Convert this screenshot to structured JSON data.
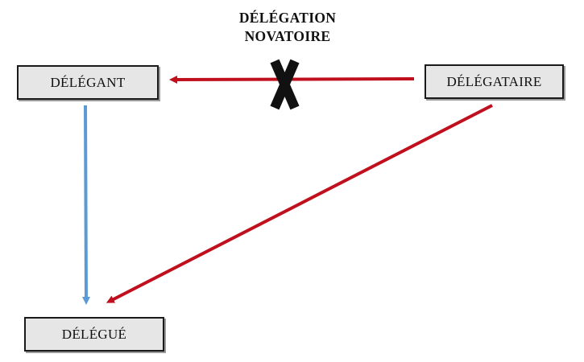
{
  "diagram": {
    "title": {
      "line1": "DÉLÉGATION",
      "line2": "NOVATOIRE"
    },
    "nodes": {
      "delegant": "DÉLÉGANT",
      "delegataire": "DÉLÉGATAIRE",
      "delegue": "DÉLÉGUÉ"
    },
    "edges": [
      {
        "from": "delegataire",
        "to": "delegant",
        "color": "#c0101e",
        "crossed_out": true
      },
      {
        "from": "delegataire",
        "to": "delegue",
        "color": "#c0101e",
        "crossed_out": false
      },
      {
        "from": "delegant",
        "to": "delegue",
        "color": "#5b9bd5",
        "crossed_out": false
      }
    ],
    "cross_mark_color": "#111111"
  }
}
